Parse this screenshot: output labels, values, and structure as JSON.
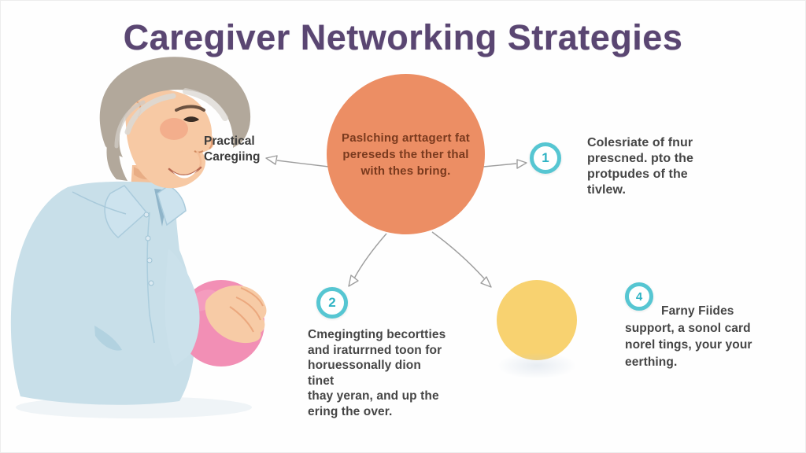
{
  "title": "Caregiver Networking Strategies",
  "center_circle": {
    "lines": [
      "Paslching arttagert fat",
      "pereseds the ther thal",
      "with thes bring."
    ]
  },
  "left_label": {
    "lines": [
      "Practical",
      "Caregiing"
    ]
  },
  "steps": [
    {
      "number": "1",
      "lines": [
        "Colesriate of fnur",
        "prescned. pto the",
        "protpudes of the",
        "tivlew."
      ]
    },
    {
      "number": "2",
      "lines": [
        "Cmegingting becortties",
        "and iraturrned toon for",
        "horuessonally dion tinet",
        "thay yeran, and up the",
        "ering the over."
      ]
    },
    {
      "number": "4",
      "lines": [
        "Farny Fiides",
        "support, a sonol card",
        "norel tings, your your",
        "eerthing."
      ]
    }
  ],
  "illustration": {
    "subject": "elderly man in light blue shirt holding a pink ball"
  },
  "colors": {
    "title_purple": "#5a4672",
    "accent_orange": "#ec8e64",
    "circle_text_brown": "#7a3a1e",
    "accent_teal": "#56c6d2",
    "accent_yellow": "#f8d270",
    "accent_pink": "#f28fb5",
    "shirt_blue": "#c8dfe9",
    "arrow_gray": "#9e9e9e",
    "body_text": "#454545"
  }
}
